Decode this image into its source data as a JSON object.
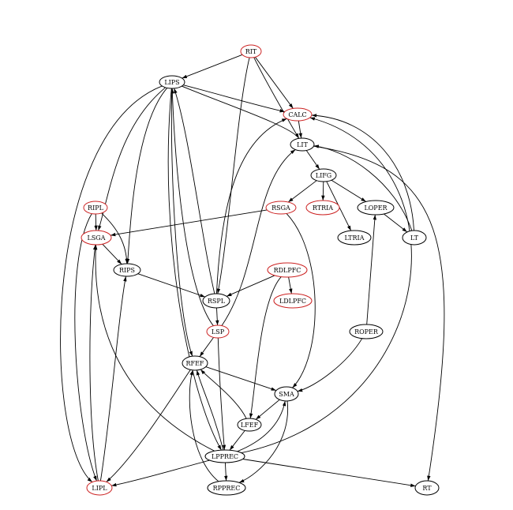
{
  "colors": {
    "highlight": "#cc2222",
    "normal": "#000000"
  },
  "nodes": [
    {
      "id": "RIT",
      "label": "RIT",
      "color": "#cc2222"
    },
    {
      "id": "LIPS",
      "label": "LIPS",
      "color": "#000000"
    },
    {
      "id": "CALC",
      "label": "CALC",
      "color": "#cc2222"
    },
    {
      "id": "LIT",
      "label": "LIT",
      "color": "#000000"
    },
    {
      "id": "LIFG",
      "label": "LIFG",
      "color": "#000000"
    },
    {
      "id": "RIPL",
      "label": "RIPL",
      "color": "#cc2222"
    },
    {
      "id": "RSGA",
      "label": "RSGA",
      "color": "#cc2222"
    },
    {
      "id": "RTRIA",
      "label": "RTRIA",
      "color": "#cc2222"
    },
    {
      "id": "LOPER",
      "label": "LOPER",
      "color": "#000000"
    },
    {
      "id": "LSGA",
      "label": "LSGA",
      "color": "#cc2222"
    },
    {
      "id": "LTRIA",
      "label": "LTRIA",
      "color": "#000000"
    },
    {
      "id": "LT",
      "label": "LT",
      "color": "#000000"
    },
    {
      "id": "RIPS",
      "label": "RIPS",
      "color": "#000000"
    },
    {
      "id": "RDLPFC",
      "label": "RDLPFC",
      "color": "#cc2222"
    },
    {
      "id": "RSPL",
      "label": "RSPL",
      "color": "#000000"
    },
    {
      "id": "LDLPFC",
      "label": "LDLPFC",
      "color": "#cc2222"
    },
    {
      "id": "LSP",
      "label": "LSP",
      "color": "#cc2222"
    },
    {
      "id": "ROPER",
      "label": "ROPER",
      "color": "#000000"
    },
    {
      "id": "RFEF",
      "label": "RFEF",
      "color": "#000000"
    },
    {
      "id": "SMA",
      "label": "SMA",
      "color": "#000000"
    },
    {
      "id": "LFEF",
      "label": "LFEF",
      "color": "#000000"
    },
    {
      "id": "LPPREC",
      "label": "LPPREC",
      "color": "#000000"
    },
    {
      "id": "LIPL",
      "label": "LIPL",
      "color": "#cc2222"
    },
    {
      "id": "RPPREC",
      "label": "RPPREC",
      "color": "#000000"
    },
    {
      "id": "RT",
      "label": "RT",
      "color": "#000000"
    }
  ],
  "edges": [
    {
      "from": "RIT",
      "to": "LIPS"
    },
    {
      "from": "RIT",
      "to": "CALC"
    },
    {
      "from": "RIT",
      "to": "LIT"
    },
    {
      "from": "RIT",
      "to": "RSPL"
    },
    {
      "from": "LIPS",
      "to": "CALC"
    },
    {
      "from": "LIPS",
      "to": "LSGA"
    },
    {
      "from": "LIPS",
      "to": "RIPS"
    },
    {
      "from": "LIPS",
      "to": "LIPL"
    },
    {
      "from": "LIPS",
      "to": "RFEF"
    },
    {
      "from": "LIPS",
      "to": "LIT"
    },
    {
      "from": "LIPS",
      "to": "LPPREC"
    },
    {
      "from": "CALC",
      "to": "LIT"
    },
    {
      "from": "RSPL",
      "to": "CALC"
    },
    {
      "from": "LT",
      "to": "CALC"
    },
    {
      "from": "LPPREC",
      "to": "CALC"
    },
    {
      "from": "LIT",
      "to": "LIFG"
    },
    {
      "from": "LIT",
      "to": "RT"
    },
    {
      "from": "LT",
      "to": "LIT"
    },
    {
      "from": "LSP",
      "to": "LIT"
    },
    {
      "from": "LIFG",
      "to": "RSGA"
    },
    {
      "from": "LIFG",
      "to": "RTRIA"
    },
    {
      "from": "LIFG",
      "to": "LOPER"
    },
    {
      "from": "LIFG",
      "to": "LTRIA"
    },
    {
      "from": "LOPER",
      "to": "LT"
    },
    {
      "from": "ROPER",
      "to": "LOPER"
    },
    {
      "from": "RSGA",
      "to": "LSGA"
    },
    {
      "from": "RSGA",
      "to": "SMA"
    },
    {
      "from": "RIPL",
      "to": "LSGA"
    },
    {
      "from": "RIPL",
      "to": "RIPS"
    },
    {
      "from": "RIPL",
      "to": "LIPL"
    },
    {
      "from": "LSGA",
      "to": "RIPS"
    },
    {
      "from": "RIPS",
      "to": "RSPL"
    },
    {
      "from": "RSPL",
      "to": "LIPS"
    },
    {
      "from": "RSPL",
      "to": "LSP"
    },
    {
      "from": "RDLPFC",
      "to": "RSPL"
    },
    {
      "from": "RDLPFC",
      "to": "LDLPFC"
    },
    {
      "from": "RDLPFC",
      "to": "LFEF"
    },
    {
      "from": "LSP",
      "to": "LIPS"
    },
    {
      "from": "LSP",
      "to": "RFEF"
    },
    {
      "from": "LSP",
      "to": "LPPREC"
    },
    {
      "from": "ROPER",
      "to": "SMA"
    },
    {
      "from": "RFEF",
      "to": "SMA"
    },
    {
      "from": "RFEF",
      "to": "LIPL"
    },
    {
      "from": "LFEF",
      "to": "RFEF"
    },
    {
      "from": "LPPREC",
      "to": "RFEF"
    },
    {
      "from": "RPPREC",
      "to": "RFEF"
    },
    {
      "from": "SMA",
      "to": "LFEF"
    },
    {
      "from": "SMA",
      "to": "RPPREC"
    },
    {
      "from": "LPPREC",
      "to": "SMA"
    },
    {
      "from": "LFEF",
      "to": "LPPREC"
    },
    {
      "from": "LPPREC",
      "to": "LSGA"
    },
    {
      "from": "LPPREC",
      "to": "LIPL"
    },
    {
      "from": "LPPREC",
      "to": "RPPREC"
    },
    {
      "from": "LPPREC",
      "to": "RT"
    },
    {
      "from": "LIPL",
      "to": "LSGA"
    },
    {
      "from": "LIPL",
      "to": "RIPS"
    }
  ]
}
